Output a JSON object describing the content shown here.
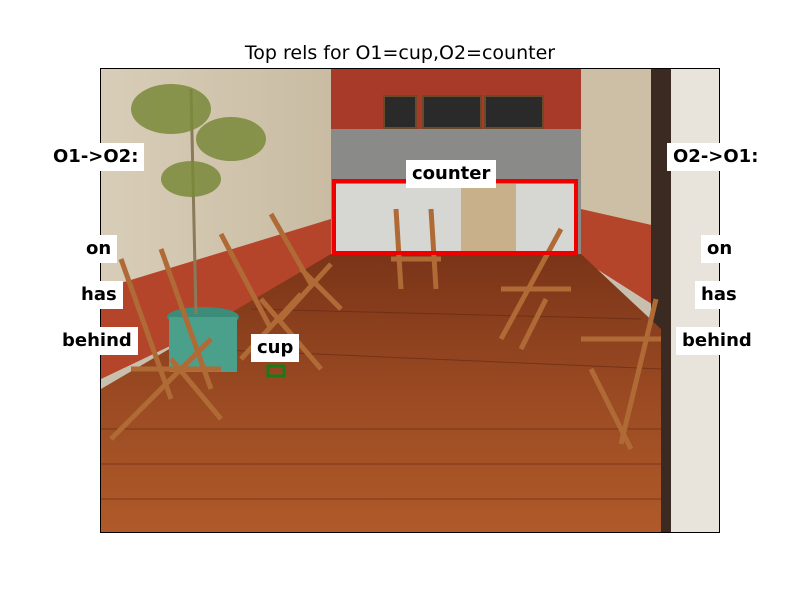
{
  "figure": {
    "title": "Top rels for O1=cup,O2=counter"
  },
  "objects": {
    "o1_label": "cup",
    "o2_label": "counter",
    "o1_color": "#1a7a1a",
    "o2_color": "#ee0000"
  },
  "left_panel": {
    "heading": "O1->O2:",
    "relations": [
      "on",
      "has",
      "behind"
    ]
  },
  "right_panel": {
    "heading": "O2->O1:",
    "relations": [
      "on",
      "has",
      "behind"
    ]
  }
}
